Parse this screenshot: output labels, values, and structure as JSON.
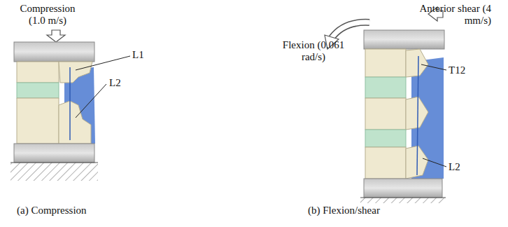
{
  "diagram": {
    "labels": [
      "Compression (1.0 m/s)",
      "L1",
      "L2",
      "(a) Compression",
      "Flexion (0.061 rad/s)",
      "Anterior shear (4 mm/s)",
      "T12",
      "L2",
      "(b) Flexion/shear"
    ]
  }
}
